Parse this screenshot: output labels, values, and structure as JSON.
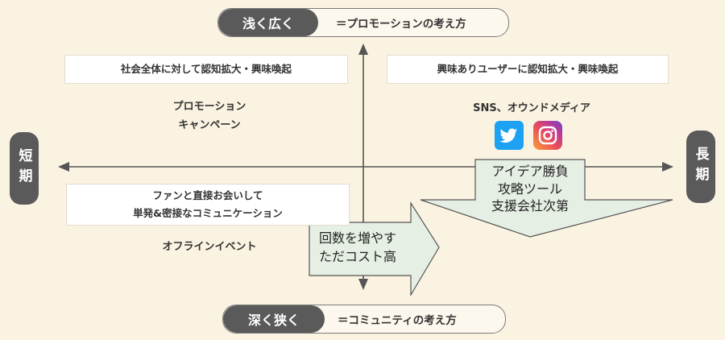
{
  "top_pill": {
    "dark_label": "浅く広く",
    "text": "＝プロモーションの考え方"
  },
  "bottom_pill": {
    "dark_label": "深く狭く",
    "text": "＝コミュニティの考え方"
  },
  "left_axis_label": "短期",
  "right_axis_label": "長期",
  "quadrants": {
    "top_left_box": "社会全体に対して認知拡大・興味喚起",
    "top_left_label": [
      "プロモーション",
      "キャンペーン"
    ],
    "top_right_box": "興味ありユーザーに認知拡大・興味喚起",
    "top_right_label": "SNS、オウンドメディア",
    "bottom_left_box": [
      "ファンと直接お会いして",
      "単発&密接なコミュニケーション"
    ],
    "bottom_left_label": "オフラインイベント"
  },
  "right_arrow_text": [
    "回数を増やす",
    "ただコスト高"
  ],
  "down_arrow_text": [
    "アイデア勝負",
    "攻略ツール",
    "支援会社次第"
  ],
  "icons": [
    "twitter-icon",
    "instagram-icon"
  ],
  "colors": {
    "background": "#fbf3e2",
    "dark": "#5a5a5a",
    "arrow_fill": "#e6efe4",
    "twitter": "#1da1f2"
  }
}
